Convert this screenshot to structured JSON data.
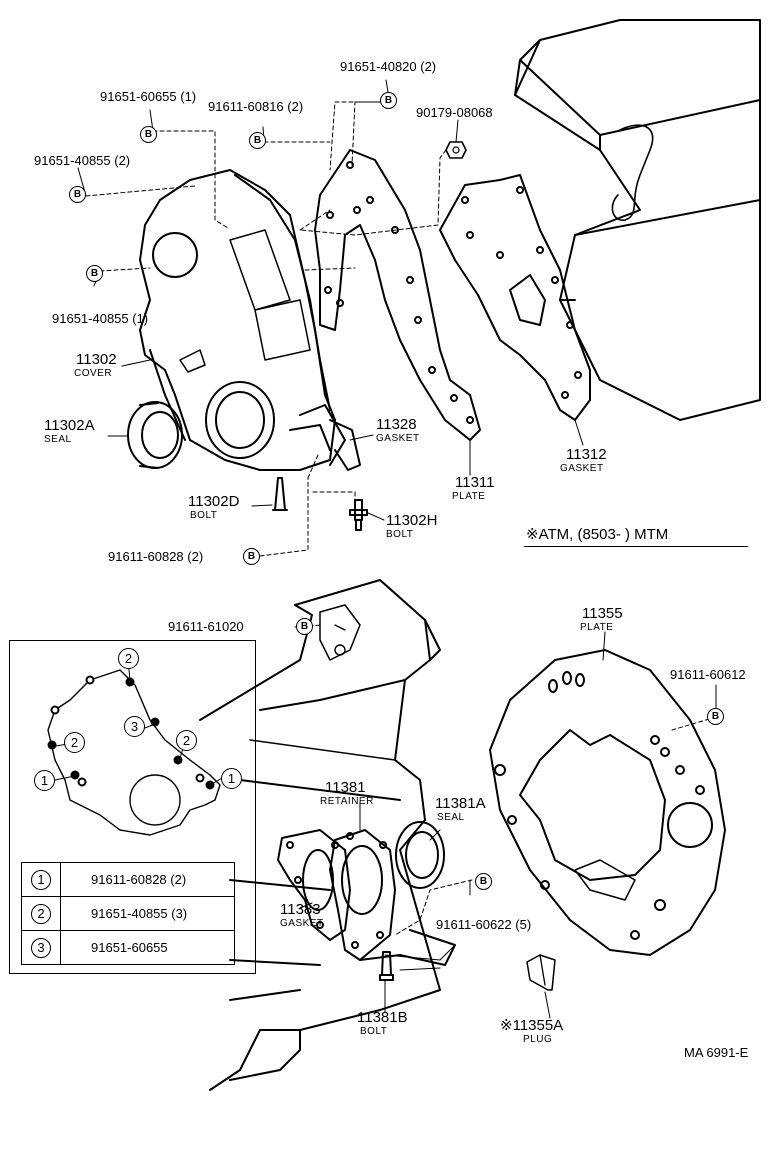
{
  "parts": {
    "p91651_40820": "91651-40820 (2)",
    "p91651_60655": "91651-60655 (1)",
    "p91611_60816": "91611-60816 (2)",
    "p90179_08068": "90179-08068",
    "p91651_40855_2": "91651-40855 (2)",
    "p91651_40855_1": "91651-40855 (1)",
    "p11302": "11302",
    "p11302_sub": "COVER",
    "p11302A": "11302A",
    "p11302A_sub": "SEAL",
    "p11328": "11328",
    "p11328_sub": "GASKET",
    "p11311": "11311",
    "p11311_sub": "PLATE",
    "p11312": "11312",
    "p11312_sub": "GASKET",
    "p11302D": "11302D",
    "p11302D_sub": "BOLT",
    "p11302H": "11302H",
    "p11302H_sub": "BOLT",
    "p91611_60828": "91611-60828 (2)",
    "p91611_61020": "91611-61020",
    "p11355": "11355",
    "p11355_sub": "PLATE",
    "p91611_60612": "91611-60612",
    "p11381": "11381",
    "p11381_sub": "RETAINER",
    "p11381A": "11381A",
    "p11381A_sub": "SEAL",
    "p11383": "11383",
    "p11383_sub": "GASKET",
    "p91611_60622": "91611-60622 (5)",
    "p11381B": "11381B",
    "p11381B_sub": "BOLT",
    "p11355A": "※11355A",
    "p11355A_sub": "PLUG"
  },
  "bolt_mark": "B",
  "note": "※ATM, (8503-        ) MTM",
  "legend": {
    "callouts": [
      "1",
      "2",
      "3"
    ],
    "rows": [
      {
        "num": "1",
        "part": "91611-60828 (2)"
      },
      {
        "num": "2",
        "part": "91651-40855 (3)"
      },
      {
        "num": "3",
        "part": "91651-60655"
      }
    ]
  },
  "diagram_code": "MA 6991-E"
}
